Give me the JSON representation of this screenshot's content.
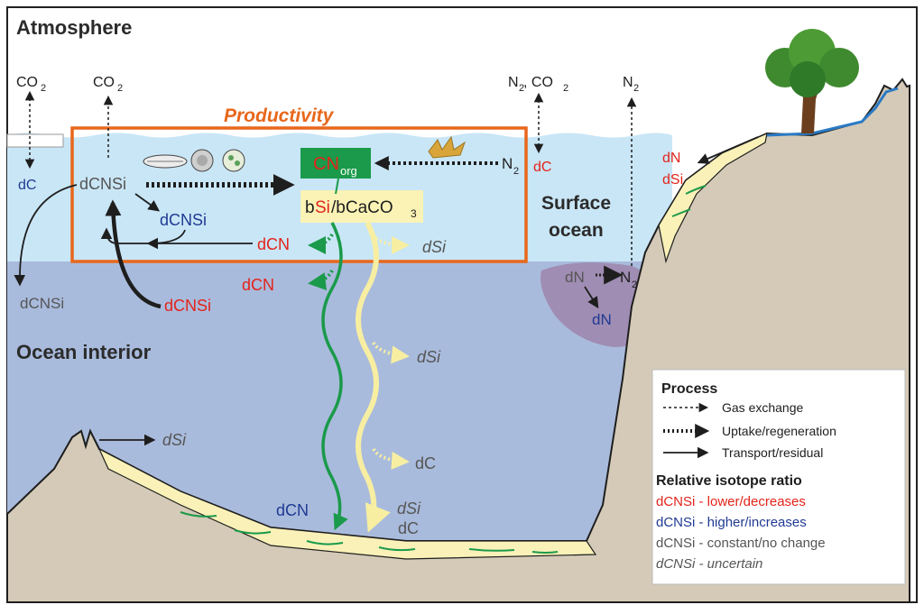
{
  "labels": {
    "atmosphere": "Atmosphere",
    "productivity": "Productivity",
    "surface_ocean_1": "Surface",
    "surface_ocean_2": "ocean",
    "ocean_interior": "Ocean interior"
  },
  "gases": {
    "co2_left": "CO",
    "co2_mid": "CO",
    "n2_co2_a": "N",
    "n2_co2_b": ", CO",
    "n2_right": "N",
    "n2_uptake": "N",
    "n2_denit": "N",
    "sub2": "2"
  },
  "species": {
    "dc_left": "dC",
    "dcnsi_main": "dCNSi",
    "dcnsi_blue": "dCNSi",
    "dcnsi_left_out": "dCNSi",
    "dcnsi_red": "dCNSi",
    "dcn_surface": "dCN",
    "dcn_interior": "dCN",
    "dsi_surface": "dSi",
    "dsi_interior": "dSi",
    "dsi_mountain": "dSi",
    "dc_interior": "dC",
    "dcn_bottom": "dCN",
    "dsi_bottom": "dSi",
    "dc_bottom": "dC",
    "dc_atm": "dC",
    "dn_land": "dN",
    "dsi_land": "dSi",
    "dn_omz": "dN",
    "dn_omz_blue": "dN"
  },
  "boxes": {
    "cn_org_main": "CN",
    "cn_org_sub": "org",
    "bsi_b": "b",
    "bsi_si": "Si",
    "bsi_rest": "/bCaCO",
    "bsi_sub": "3"
  },
  "legend": {
    "process_title": "Process",
    "gas_exchange": "Gas exchange",
    "uptake": "Uptake/regeneration",
    "transport": "Transport/residual",
    "ratio_title": "Relative isotope ratio",
    "lower": "dCNSi - lower/decreases",
    "higher": "dCNSi - higher/increases",
    "constant": "dCNSi - constant/no change",
    "uncertain": "dCNSi - uncertain"
  },
  "colors": {
    "red": "#e3241b",
    "blue": "#1f3a93",
    "gray": "#555555",
    "orange": "#e8671b",
    "green": "#1a9a4a",
    "pale_yellow": "#fbf3b5",
    "surface_water": "#c9e6f6",
    "deep_water": "#a9bbdc",
    "land": "#d4cab7"
  }
}
